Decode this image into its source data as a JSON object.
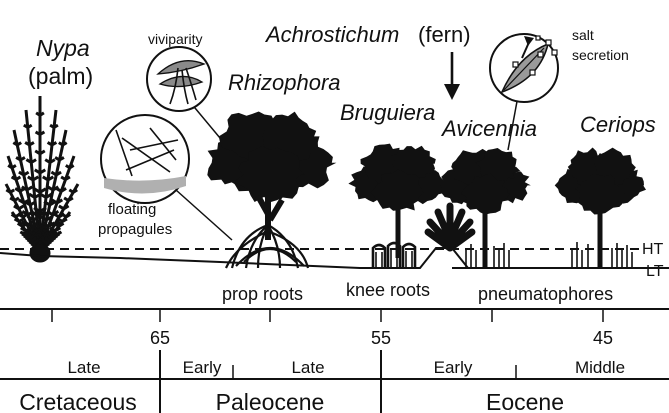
{
  "genera": {
    "nypa": "Nypa",
    "nypa_common": "(palm)",
    "rhizophora": "Rhizophora",
    "achrostichum": "Achrostichum",
    "achrostichum_common": "(fern)",
    "bruguiera": "Bruguiera",
    "avicennia": "Avicennia",
    "ceriops": "Ceriops"
  },
  "adaptations": {
    "vivipary": "viviparity",
    "floating_line1": "floating",
    "floating_line2": "propagules",
    "salt_line1": "salt",
    "salt_line2": "secretion",
    "prop_roots": "prop roots",
    "knee_roots": "knee roots",
    "pneumatophores": "pneumatophores"
  },
  "tides": {
    "high": "HT",
    "low": "LT"
  },
  "timescale": {
    "ages_ma": [
      "65",
      "55",
      "45"
    ],
    "subdivisions": [
      "Late",
      "Early",
      "Late",
      "Early",
      "Middle"
    ],
    "epochs": [
      "Cretaceous",
      "Paleocene",
      "Eocene"
    ]
  },
  "colors": {
    "ink": "#111111",
    "gray": "#b0b0b0",
    "white": "#ffffff"
  }
}
